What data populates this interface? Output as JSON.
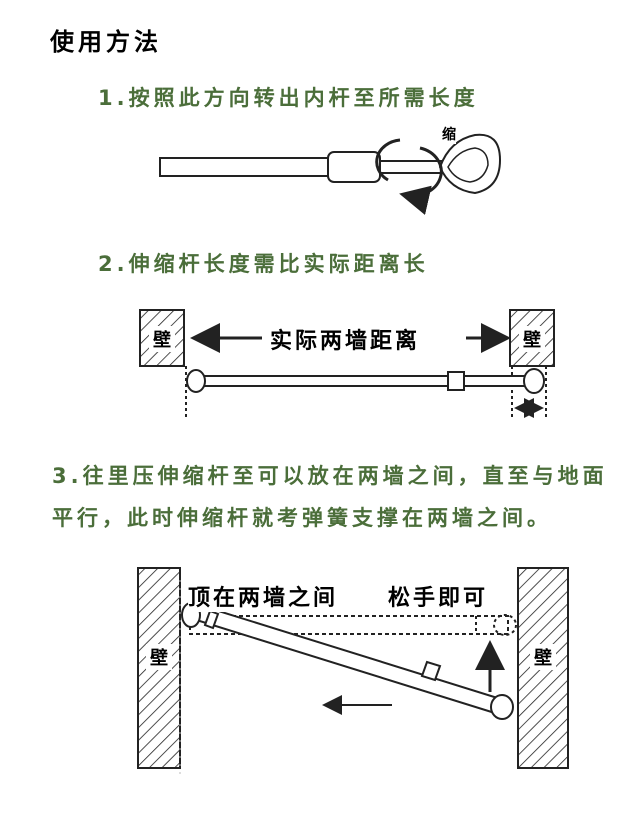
{
  "title": "使用方法",
  "steps": {
    "s1": "1.按照此方向转出内杆至所需长度",
    "s2": "2.伸缩杆长度需比实际距离长",
    "s3": "3.往里压伸缩杆至可以放在两墙之间，直至与地面平行，此时伸缩杆就考弹簧支撑在两墙之间。"
  },
  "labels": {
    "shrink": "缩",
    "wall": "壁",
    "distance": "实际两墙距离",
    "top_between": "顶在两墙之间",
    "release": "松手即可"
  },
  "colors": {
    "step_text": "#4b6e3a",
    "line": "#222222"
  }
}
